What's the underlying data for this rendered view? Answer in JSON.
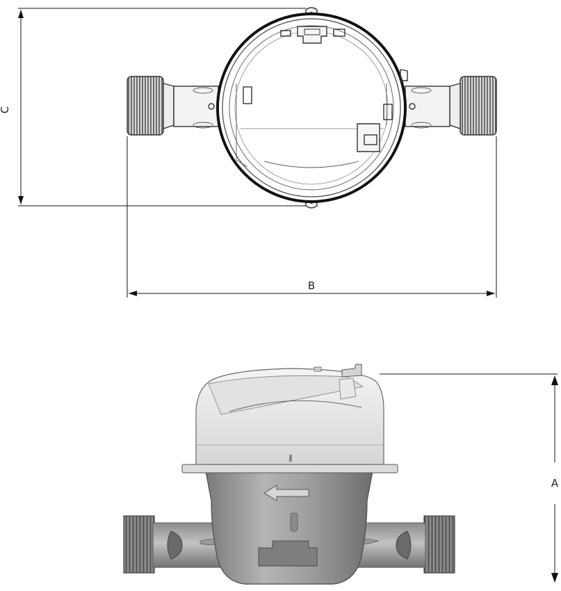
{
  "diagram": {
    "dimensions": {
      "a": "A",
      "b": "B",
      "c": "C"
    }
  }
}
